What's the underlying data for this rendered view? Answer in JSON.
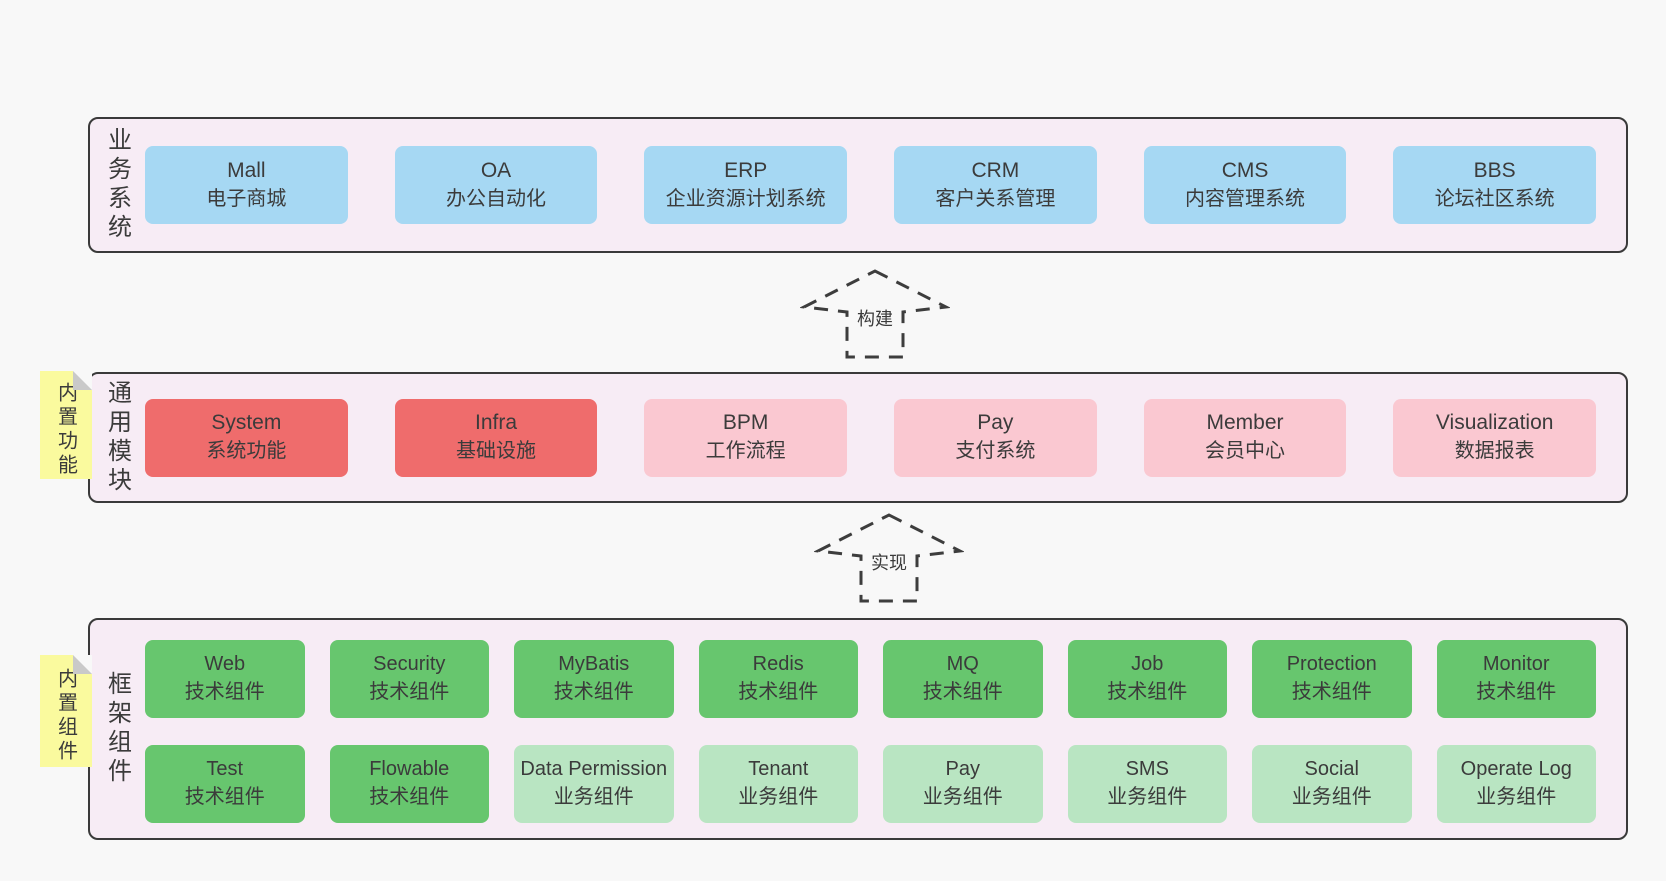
{
  "layers": [
    {
      "label": "业务系统",
      "boxes": [
        {
          "title": "Mall",
          "subtitle": "电子商城",
          "variant": "blue"
        },
        {
          "title": "OA",
          "subtitle": "办公自动化",
          "variant": "blue"
        },
        {
          "title": "ERP",
          "subtitle": "企业资源计划系统",
          "variant": "blue"
        },
        {
          "title": "CRM",
          "subtitle": "客户关系管理",
          "variant": "blue"
        },
        {
          "title": "CMS",
          "subtitle": "内容管理系统",
          "variant": "blue"
        },
        {
          "title": "BBS",
          "subtitle": "论坛社区系统",
          "variant": "blue"
        }
      ]
    },
    {
      "label": "通用模块",
      "note": "内置功能",
      "boxes": [
        {
          "title": "System",
          "subtitle": "系统功能",
          "variant": "red"
        },
        {
          "title": "Infra",
          "subtitle": "基础设施",
          "variant": "red"
        },
        {
          "title": "BPM",
          "subtitle": "工作流程",
          "variant": "pink"
        },
        {
          "title": "Pay",
          "subtitle": "支付系统",
          "variant": "pink"
        },
        {
          "title": "Member",
          "subtitle": "会员中心",
          "variant": "pink"
        },
        {
          "title": "Visualization",
          "subtitle": "数据报表",
          "variant": "pink"
        }
      ]
    },
    {
      "label": "框架组件",
      "note": "内置组件",
      "boxes": [
        {
          "title": "Web",
          "subtitle": "技术组件",
          "variant": "green"
        },
        {
          "title": "Security",
          "subtitle": "技术组件",
          "variant": "green"
        },
        {
          "title": "MyBatis",
          "subtitle": "技术组件",
          "variant": "green"
        },
        {
          "title": "Redis",
          "subtitle": "技术组件",
          "variant": "green"
        },
        {
          "title": "MQ",
          "subtitle": "技术组件",
          "variant": "green"
        },
        {
          "title": "Job",
          "subtitle": "技术组件",
          "variant": "green"
        },
        {
          "title": "Protection",
          "subtitle": "技术组件",
          "variant": "green"
        },
        {
          "title": "Monitor",
          "subtitle": "技术组件",
          "variant": "green"
        },
        {
          "title": "Test",
          "subtitle": "技术组件",
          "variant": "green"
        },
        {
          "title": "Flowable",
          "subtitle": "技术组件",
          "variant": "green"
        },
        {
          "title": "Data Permission",
          "subtitle": "业务组件",
          "variant": "lightgreen"
        },
        {
          "title": "Tenant",
          "subtitle": "业务组件",
          "variant": "lightgreen"
        },
        {
          "title": "Pay",
          "subtitle": "业务组件",
          "variant": "lightgreen"
        },
        {
          "title": "SMS",
          "subtitle": "业务组件",
          "variant": "lightgreen"
        },
        {
          "title": "Social",
          "subtitle": "业务组件",
          "variant": "lightgreen"
        },
        {
          "title": "Operate Log",
          "subtitle": "业务组件",
          "variant": "lightgreen"
        }
      ]
    }
  ],
  "arrows": [
    {
      "label": "构建"
    },
    {
      "label": "实现"
    }
  ],
  "colors": {
    "page_bg": "#f8f8f8",
    "layer_bg": "#f7ecf5",
    "layer_border": "#3a3a3a",
    "blue_box": "#a6d8f3",
    "red_box": "#ef6c6c",
    "pink_box": "#fac8d1",
    "green_box": "#67c66e",
    "lightgreen_box": "#b9e5c2",
    "note_bg": "#fafa9e",
    "text": "#3b3b3b"
  }
}
